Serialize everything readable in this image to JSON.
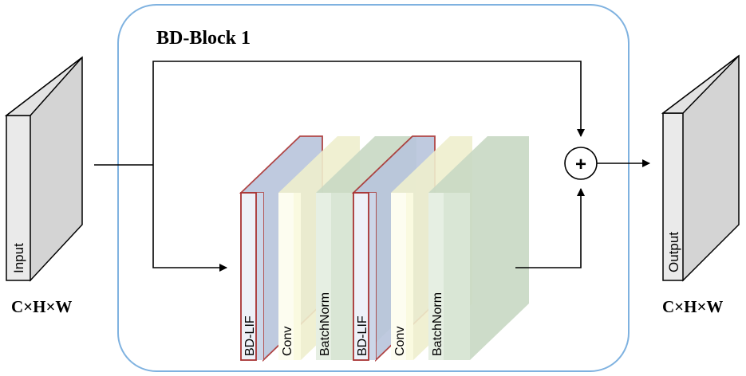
{
  "block": {
    "title": "BD-Block 1",
    "border_color": "#7fb2e0"
  },
  "input": {
    "label": "Input",
    "dims": "C×H×W"
  },
  "output": {
    "label": "Output",
    "dims": "C×H×W"
  },
  "operator": {
    "symbol": "+"
  },
  "layers": [
    {
      "label": "BD-LIF",
      "kind": "bdlif"
    },
    {
      "label": "Conv",
      "kind": "conv"
    },
    {
      "label": "BatchNorm",
      "kind": "bn"
    },
    {
      "label": "BD-LIF",
      "kind": "bdlif"
    },
    {
      "label": "Conv",
      "kind": "conv"
    },
    {
      "label": "BatchNorm",
      "kind": "bn"
    }
  ],
  "colors": {
    "bdlif_front": "#ccd6e8",
    "bdlif_stroke": "#a83232",
    "conv_front": "#fafae0",
    "bn_front": "#d9e6d5",
    "tensor_front": "#eaeaea",
    "tensor_side": "#d4d4d4"
  }
}
